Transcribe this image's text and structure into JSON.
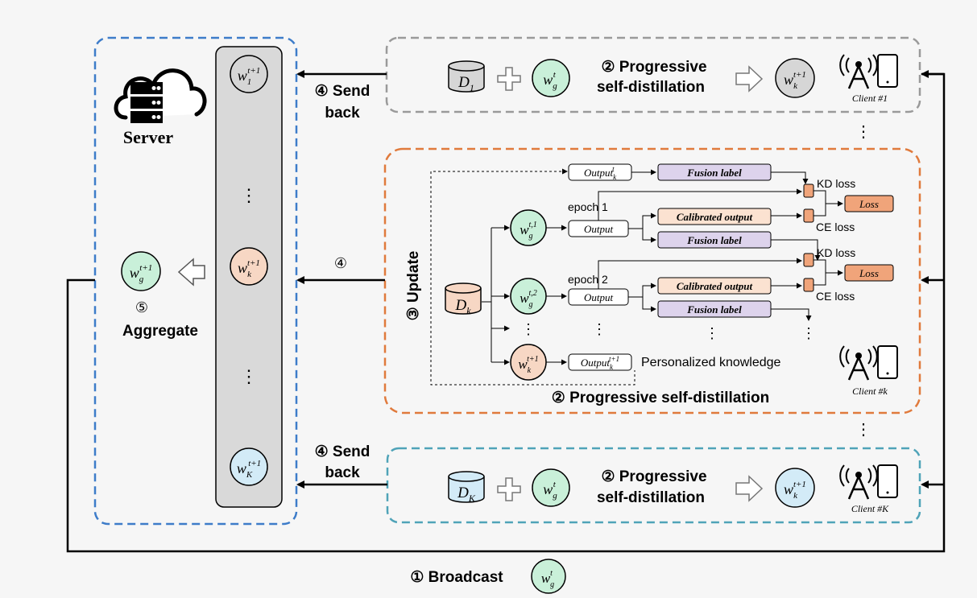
{
  "server": {
    "title": "Server",
    "aggregate_num": "⑤",
    "aggregate_label": "Aggregate",
    "weight_labels": [
      "w",
      "w",
      "w"
    ],
    "weight_subs": [
      "1",
      "k",
      "K"
    ],
    "weight_sup": "t+1",
    "global_sub": "g",
    "vdots": "⋮"
  },
  "client_top": {
    "dataset_label": "D",
    "dataset_sub": "1",
    "global_w": "w",
    "global_w_sub": "g",
    "global_w_sup": "t",
    "step_line1": "② Progressive",
    "step_line2": "self-distillation",
    "out_w": "w",
    "out_w_sub": "k",
    "out_w_sup": "t+1",
    "client_label": "Client #1",
    "send_back_1": "④ Send",
    "send_back_2": "back"
  },
  "client_k": {
    "update_label": "③ Update",
    "dataset_label": "D",
    "dataset_sub": "k",
    "output_t": "Output",
    "output_t_sup": "t",
    "output_t_sub": "k",
    "fusion_label": "Fusion label",
    "calibrated_output": "Calibrated output",
    "output": "Output",
    "epoch1": "epoch 1",
    "epoch2": "epoch 2",
    "kd_loss": "KD loss",
    "ce_loss": "CE loss",
    "loss": "Loss",
    "w_label": "w",
    "w_sub": "g",
    "w_sup_1": "t,1",
    "w_sup_2": "t,2",
    "w_final_sub": "k",
    "w_final_sup": "t+1",
    "output_final": "Output",
    "output_final_sup": "t+1",
    "output_final_sub": "k",
    "personalized": "Personalized knowledge",
    "title": "② Progressive self-distillation",
    "client_label": "Client #k",
    "arrow_label": "④",
    "vdots": "⋮"
  },
  "client_bottom": {
    "dataset_label": "D",
    "dataset_sub": "K",
    "global_w": "w",
    "global_w_sub": "g",
    "global_w_sup": "t",
    "step_line1": "② Progressive",
    "step_line2": "self-distillation",
    "out_w": "w",
    "out_w_sub": "k",
    "out_w_sup": "t+1",
    "client_label": "Client #K",
    "send_back_1": "④ Send",
    "send_back_2": "back"
  },
  "broadcast": {
    "label": "① Broadcast",
    "w": "w",
    "w_sub": "g",
    "w_sup": "t"
  },
  "between_dots": "⋮",
  "colors": {
    "server_border": "#3d7cc9",
    "top_border": "#9a9a9a",
    "middle_border": "#e07a3c",
    "bottom_border": "#4fa3b8",
    "green_node": "#c9f0d9",
    "gray_node": "#d6d6d6",
    "peach_node": "#f7d7c4",
    "blue_node": "#d3ebf7",
    "fusion_fill": "#ddd3ec",
    "calibrated_fill": "#fbe2d1",
    "loss_fill": "#f0a47a",
    "kd_box": "#f0a47a"
  }
}
